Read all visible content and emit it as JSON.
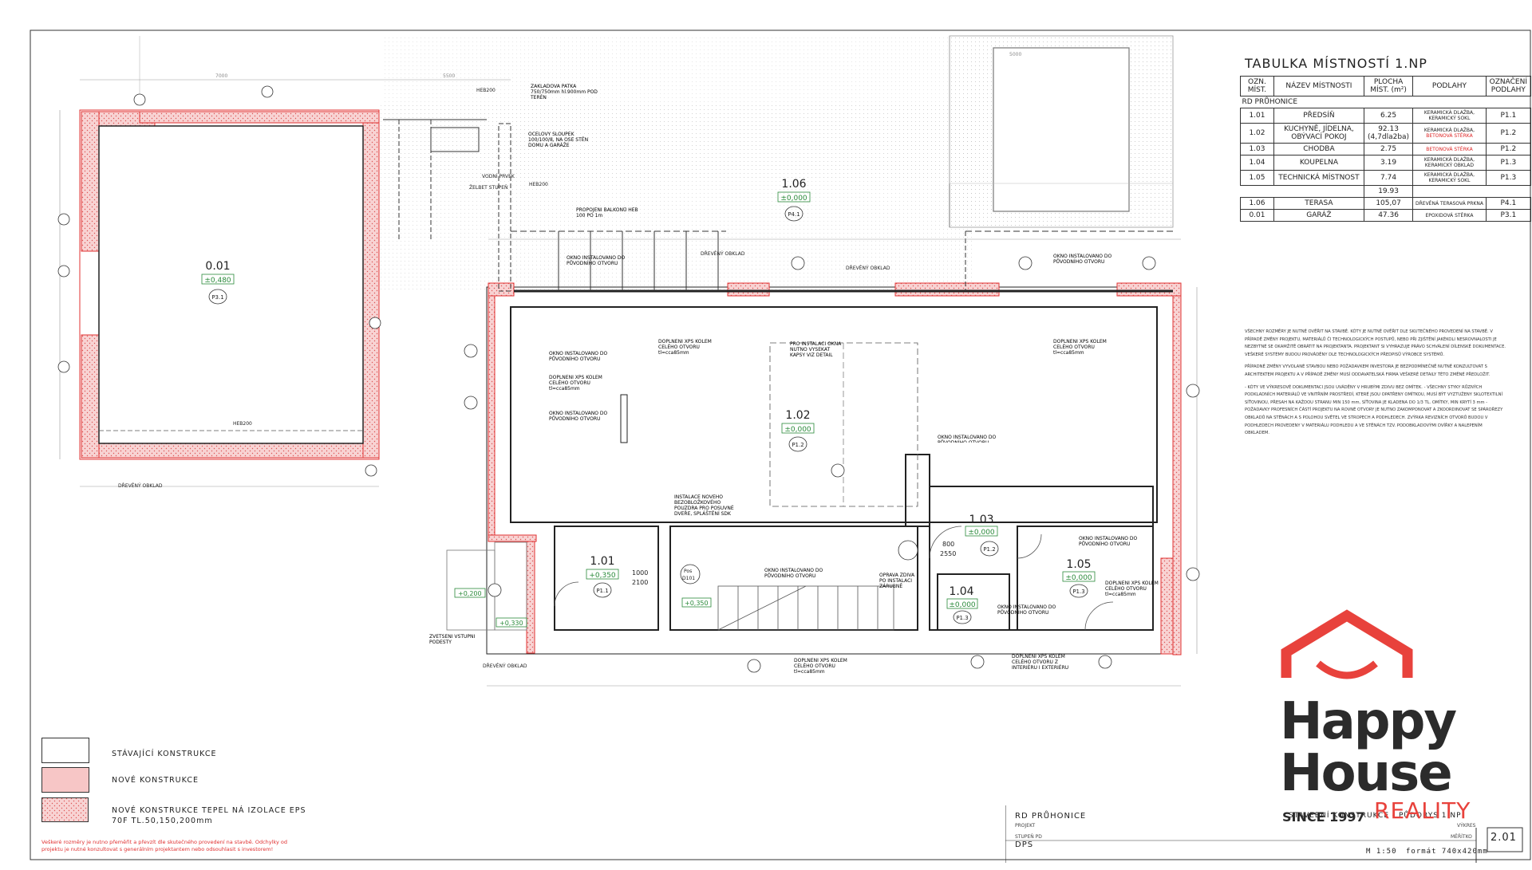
{
  "table": {
    "title": "TABULKA MÍSTNOSTÍ 1.NP",
    "headers": [
      "OZN. MÍST.",
      "NÁZEV MÍSTNOSTI",
      "PLOCHA MÍST. (m²)",
      "PODLAHY",
      "OZNAČENÍ PODLAHY"
    ],
    "section": "RD PRŮHONICE",
    "rows": [
      {
        "id": "1.01",
        "name": "PŘEDSÍŇ",
        "area": "6.25",
        "floor": "KERAMICKÁ DLAŽBA, KERAMICKÝ SOKL",
        "floor_note": "",
        "code": "P1.1"
      },
      {
        "id": "1.02",
        "name": "KUCHYNĚ, JÍDELNA, OBÝVACÍ POKOJ",
        "area": "92.13 (4,7dla2ba)",
        "floor": "KERAMICKÁ DLAŽBA,",
        "floor_note": "BETONOVÁ STĚRKA",
        "code": "P1.2"
      },
      {
        "id": "1.03",
        "name": "CHODBA",
        "area": "2.75",
        "floor": "",
        "floor_note": "BETONOVÁ STĚRKA",
        "code": "P1.2"
      },
      {
        "id": "1.04",
        "name": "KOUPELNA",
        "area": "3.19",
        "floor": "KERAMICKÁ DLAŽBA, KERAMICKÝ OBKLAD",
        "floor_note": "",
        "code": "P1.3"
      },
      {
        "id": "1.05",
        "name": "TECHNICKÁ MÍSTNOST",
        "area": "7.74",
        "floor": "KERAMICKÁ DLAŽBA, KERAMICKÝ SOKL",
        "floor_note": "",
        "code": "P1.3"
      }
    ],
    "total": "19.93",
    "extra_rows": [
      {
        "id": "1.06",
        "name": "TERASA",
        "area": "105,07",
        "floor": "DŘEVĚNÁ TERASOVÁ PRKNA",
        "code": "P4.1"
      },
      {
        "id": "0.01",
        "name": "GARÁŽ",
        "area": "47.36",
        "floor": "EPOXIDOVÁ STĚRKA",
        "code": "P3.1"
      }
    ]
  },
  "notes": [
    "VŠECHNY ROZMĚRY JE NUTNÉ OVĚŘIT NA STAVBĚ. KÓTY JE NUTNÉ OVĚŘIT DLE SKUTEČNÉHO PROVEDENÍ NA STAVBĚ. V PŘÍPADĚ ZMĚNY PROJEKTU, MATERIÁLŮ ČI TECHNOLOGICKÝCH POSTUPŮ, NEBO PŘI ZJIŠTĚNÍ JAKÉKOLI NESROVNALOSTI JE NEZBYTNÉ SE OKAMŽITĚ OBRÁTIT NA PROJEKTANTA. PROJEKTANT SI VYHRAZUJE PRÁVO SCHVÁLENÍ DÍLENSKÉ DOKUMENTACE. VEŠKERÉ SYSTÉMY BUDOU PROVÁDĚNY DLE TECHNOLOGICKÝCH PŘEDPISŮ VÝROBCE SYSTÉMŮ.",
    "PŘÍPADNÉ ZMĚNY VYVOLANÉ STAVBOU NEBO POŽADAVKEM INVESTORA JE BEZPODMÍNEČNĚ NUTNÉ KONZULTOVAT S ARCHITEKTEM PROJEKTU A V PŘÍPADĚ ZMĚNY MUSÍ ODDAVATELSKÁ FIRMA VEŠKERÉ DETAILY TÉTO ZMĚNÉ PŘEDLOŽIT.",
    "- KÓTY VE VÝKRESOVÉ DOKUMENTACI JSOU UVÁDĚNY V HRUBÝMI ZDIVU BEZ OMÍTEK. - VŠECHNY STYKY RŮZNÝCH PODKLADNÍCH MATERIÁLŮ VE VNITŘNÍM PROSTŘEDÍ, KTERÉ JSOU OPATŘENY OMÍTKOU, MUSÍ BÝT VYZTUŽENY SKLOTEXTILNÍ SÍŤOVINOU, PŘESAH NA KAŽDOU STRANU MIN 150 mm, SÍŤOVINA JE KLADENA DO 1/3 TL. OMÍTKY, MIN KRYTÍ 3 mm - POŽADAVKY PROFESNÍCH ČÁSTÍ PROJEKTU NA ROVNÉ OTVORY JE NUTNO ZAKOMPONOVAT A ZKOORDINOVAT SE SPÁROŘEZY OBKLADŮ NA STĚNÁCH A S POLOHOU SVĚTEL VE STROPECH A PODHLEDECH. ZVÝRKA REVIZNÍCH OTVORŮ BUDOU V PODHLEDECH PROVEDENY V MATERIÁLU PODHLEDU A VE STĚNÁCH TZV. PODOBKLADOVÝMI DVÍŘKY A NALEPENÍM OBKLADEM."
  ],
  "rooms": [
    {
      "id": "0.01",
      "level": "±0,480",
      "code": "P3.1"
    },
    {
      "id": "1.06",
      "level": "±0,000",
      "code": "P4.1"
    },
    {
      "id": "1.02",
      "level": "±0,000",
      "code": "P1.2"
    },
    {
      "id": "1.01",
      "level": "+0,350",
      "code": "P1.1"
    },
    {
      "id": "1.03",
      "level": "±0,000",
      "code": "P1.2"
    },
    {
      "id": "1.04",
      "level": "±0,000",
      "code": "P1.3"
    },
    {
      "id": "1.05",
      "level": "±0,000",
      "code": "P1.3"
    }
  ],
  "annotations": {
    "heb200_top": "HEB200",
    "heb200_mid": "HEB200",
    "heb200_garage": "HEB200",
    "footing": "ZÁKLADOVÁ PATKA 750/750mm hl.900mm POD TERÉN",
    "column": "OCELOVÝ SLOUPEK 100/100/8, NA OSE STĚN DOMU A GARÁŽE",
    "water_channel": "VODNÍ PRVEK",
    "concrete_step": "ŽELBET STUPEŇ",
    "balcony": "PROPOJENÍ BALKONŮ HEB 100 PO 1m",
    "wood_cladding_top": "DŘEVĚNÝ OBKLAD",
    "wood_cladding_right": "DŘEVĚNÝ OBKLAD",
    "wood_cladding_garage": "DŘEVĚNÝ OBKLAD",
    "wood_cladding_bottom": "DŘEVĚNÝ OBKLAD",
    "window_existing_1": "OKNO INSTALOVÁNO DO PŮVODNÍHO OTVORU",
    "window_existing_2": "OKNO INSTALOVÁNO DO PŮVODNÍHO OTVORU",
    "window_existing_3": "OKNO INSTALOVÁNO DO PŮVODNÍHO OTVORU",
    "window_existing_4": "OKNO INSTALOVÁNO DO PŮVODNÍHO OTVORU",
    "window_existing_5": "OKNO INSTALOVÁNO DO PŮVODNÍHO OTVORU",
    "window_existing_6": "OKNO INSTALOVÁNO DO PŮVODNÍHO OTVORU",
    "window_existing_7": "OKNO INSTALOVÁNO DO PŮVODNÍHO OTVORU",
    "window_existing_8": "OKNO INSTALOVÁNO DO PŮVODNÍHO OTVORU",
    "xps_1": "DOPLNĚNÍ XPS KOLEM CELÉHO OTVORU tl=cca85mm",
    "xps_2": "DOPLNĚNÍ XPS KOLEM CELÉHO OTVORU tl=cca85mm",
    "xps_3": "DOPLNĚNÍ XPS KOLEM CELÉHO OTVORU tl=cca85mm",
    "xps_4": "DOPLNĚNÍ XPS KOLEM CELÉHO OTVORU tl=cca85mm",
    "xps_5": "DOPLNĚNÍ XPS KOLEM CELÉHO OTVORU tl=cca85mm",
    "xps_6": "DOPLNĚNÍ XPS KOLEM CELÉHO OTVORU Z INTERIÉRU I EXTERIÉRU",
    "window_install": "PRO INSTALACI OKNA NUTNO VYSEKAT KAPSY VIZ DETAIL",
    "lintel": "INSTALACE NOVÉHO BEZOBLOŽKOVÉHO POUZDRA PRO POSUVNÉ DVEŘE, SPLÁŠTĚNÍ SDK",
    "repair": "OPRAVA ZDIVA PO INSTALACI ZÁRUBNĚ",
    "entrance": "ZVĚTŠENÍ VSTUPNÍ PODESTY",
    "door_1": "1000",
    "door_2": "2100",
    "door_3": "800",
    "door_4": "2550",
    "level_outdoor_1": "+0,200",
    "level_outdoor_2": "+0,330",
    "level_stair": "+0,350",
    "pos_1": "Pos",
    "pos_2": "D101",
    "dim_top_1": "7000",
    "dim_top_2": "5500",
    "dim_top_3": "5000"
  },
  "legend": [
    {
      "label": "STÁVAJÍCÍ KONSTRUKCE",
      "type": "existing"
    },
    {
      "label": "NOVÉ KONSTRUKCE",
      "type": "new"
    },
    {
      "label": "NOVÉ KONSTRUKCE TEPEL NÁ IZOLACE EPS 70F TL.50,150,200mm",
      "type": "insulation"
    }
  ],
  "footer_note": "Veškeré rozměry je nutno přeměřit a převzít dle skutečného provedení na stavbě. Odchylky od projektu je nutné konzultovat s generálním projektantem nebo odsouhlasit s investorem!",
  "title_block": {
    "project": "RD PRŮHONICE",
    "project_label": "PROJEKT",
    "stage_label": "STUPEŇ PD",
    "stage": "DPS",
    "drawing": "STAVEBNÍ KONSTRUKCE - PŮDORYS 1.NP",
    "drawing_label": "VÝKRES",
    "scale_label": "MĚŘÍTKO",
    "scale": "M 1:50",
    "format": "formát 740x420mm",
    "number": "2.01"
  },
  "logo": {
    "line1": "Happy",
    "line2": "House",
    "line3": "REALITY",
    "since": "SINCE 1997",
    "color": "#e8423c"
  },
  "colors": {
    "new_wall": "#f7c6c6",
    "new_wall_stroke": "#e03030",
    "line": "#222222",
    "dim": "#8a8a8a",
    "level_green": "#2a8a3a"
  }
}
